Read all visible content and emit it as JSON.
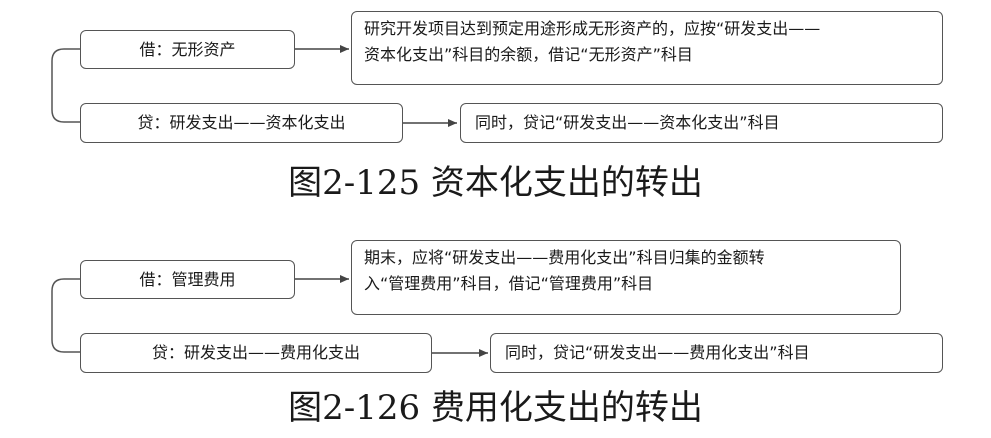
{
  "diagram1": {
    "debit": "借：无形资产",
    "credit": "贷：研发支出——资本化支出",
    "note_line1": "研究开发项目达到预定用途形成无形资产的，应按“研发支出——",
    "note_line2": "资本化支出”科目的余额，借记“无形资产”科目",
    "note_credit": "同时，贷记“研发支出——资本化支出”科目",
    "caption": "图2-125 资本化支出的转出"
  },
  "diagram2": {
    "debit": "借：管理费用",
    "credit": "贷：研发支出——费用化支出",
    "note_line1": "期末，应将“研发支出——费用化支出”科目归集的金额转",
    "note_line2": "入“管理费用”科目，借记“管理费用”科目",
    "note_credit": "同时，贷记“研发支出——费用化支出”科目",
    "caption": "图2-126 费用化支出的转出"
  }
}
